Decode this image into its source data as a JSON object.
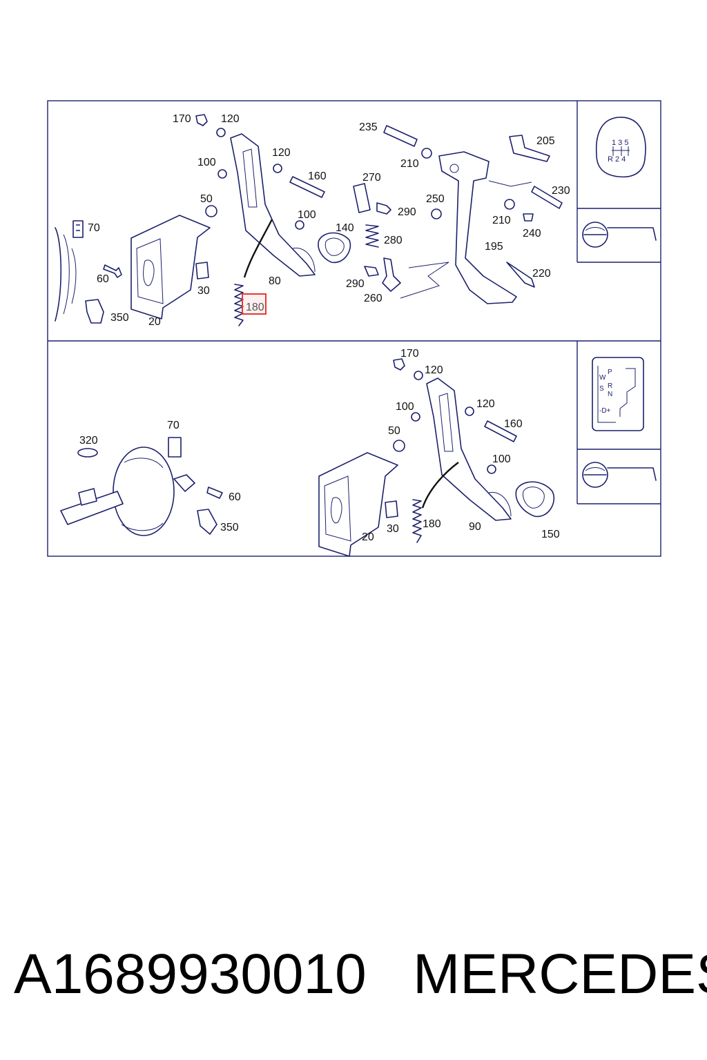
{
  "diagram": {
    "highlight_color": "#e53935",
    "line_color": "#1b1f6b",
    "highlighted_part": "180",
    "panels": [
      {
        "id": "manual-transmission-panel",
        "icon": "manual-shift-pattern-icon",
        "shift_pattern": {
          "top": "1 3 5",
          "bottom": "R 2 4"
        },
        "callouts": [
          "170",
          "120",
          "100",
          "120",
          "160",
          "50",
          "100",
          "70",
          "140",
          "60",
          "30",
          "80",
          "180",
          "350",
          "20",
          "235",
          "210",
          "270",
          "290",
          "250",
          "280",
          "290",
          "260",
          "205",
          "230",
          "210",
          "240",
          "195",
          "220"
        ]
      },
      {
        "id": "automatic-transmission-panel",
        "icon": "automatic-selector-gate-icon",
        "gate_labels": [
          "P",
          "R",
          "N",
          "W",
          "S",
          "-D+"
        ],
        "callouts": [
          "170",
          "120",
          "100",
          "120",
          "160",
          "50",
          "100",
          "320",
          "70",
          "60",
          "350",
          "30",
          "180",
          "20",
          "90",
          "150"
        ]
      }
    ]
  },
  "footer": {
    "part_number": "A1689930010",
    "brand": "MERCEDES"
  }
}
